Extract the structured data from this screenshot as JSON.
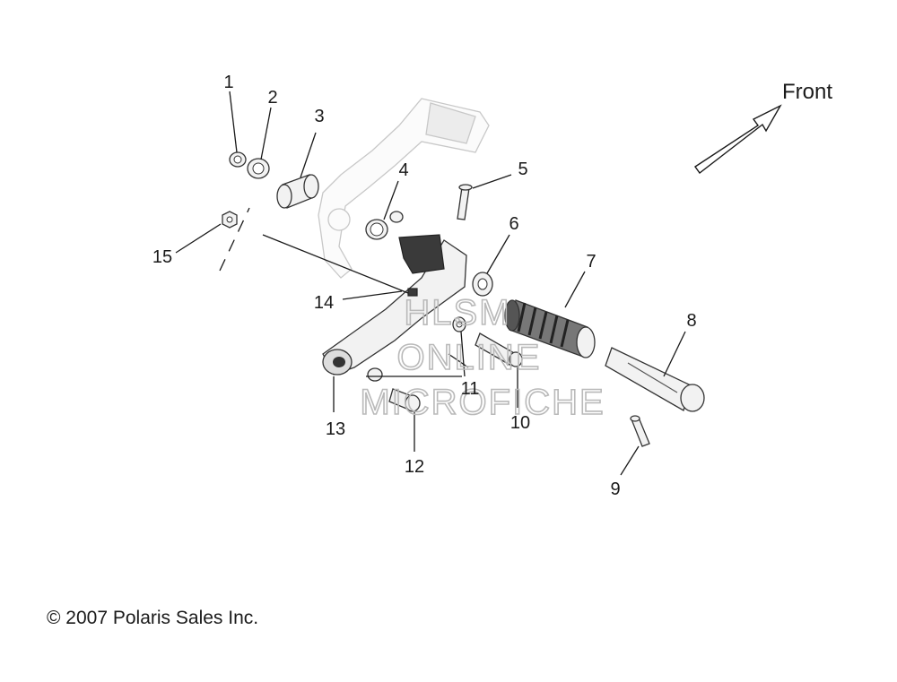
{
  "direction_label": "Front",
  "copyright": "© 2007 Polaris Sales Inc.",
  "watermark": [
    "HLSM",
    "ONLINE",
    "MICROFICHE"
  ],
  "callouts": [
    "1",
    "2",
    "3",
    "4",
    "5",
    "6",
    "7",
    "8",
    "9",
    "10",
    "11",
    "12",
    "13",
    "14",
    "15"
  ],
  "colors": {
    "line": "#1a1a1a",
    "watermark": "#b9b9b9",
    "background": "#ffffff"
  }
}
